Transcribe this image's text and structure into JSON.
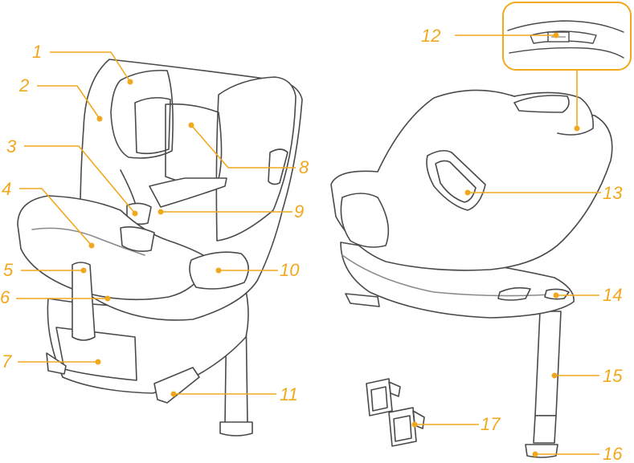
{
  "colors": {
    "accent": "#F2A81D",
    "line": "#4a4a4a",
    "fill": "#ffffff",
    "detail": "#8a8a8a"
  },
  "callouts": [
    {
      "id": "1",
      "label": "1"
    },
    {
      "id": "2",
      "label": "2"
    },
    {
      "id": "3",
      "label": "3"
    },
    {
      "id": "4",
      "label": "4"
    },
    {
      "id": "5",
      "label": "5"
    },
    {
      "id": "6",
      "label": "6"
    },
    {
      "id": "7",
      "label": "7"
    },
    {
      "id": "8",
      "label": "8"
    },
    {
      "id": "9",
      "label": "9"
    },
    {
      "id": "10",
      "label": "10"
    },
    {
      "id": "11",
      "label": "11"
    },
    {
      "id": "12",
      "label": "12"
    },
    {
      "id": "13",
      "label": "13"
    },
    {
      "id": "14",
      "label": "14"
    },
    {
      "id": "15",
      "label": "15"
    },
    {
      "id": "16",
      "label": "16"
    },
    {
      "id": "17",
      "label": "17"
    }
  ]
}
